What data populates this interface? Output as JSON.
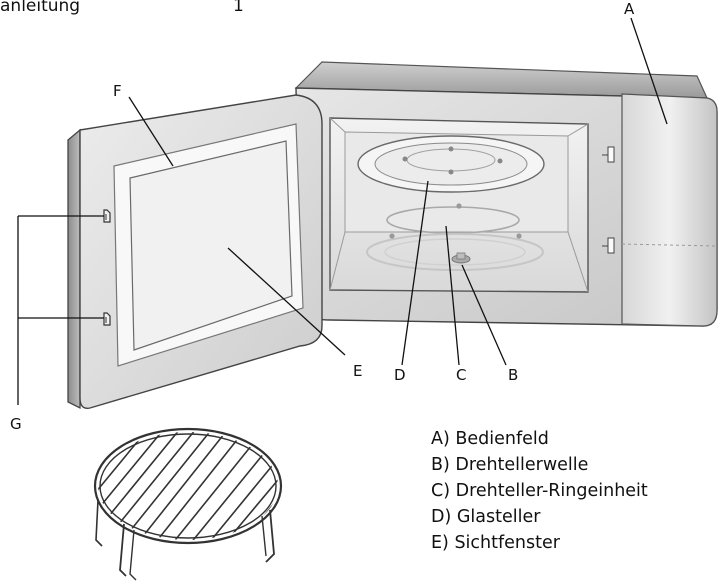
{
  "header": {
    "title_fragment": "anleitung",
    "page_number": "1"
  },
  "labels": {
    "a": "A",
    "b": "B",
    "c": "C",
    "d": "D",
    "e": "E",
    "f": "F",
    "g": "G"
  },
  "legend": [
    "A) Bedienfeld",
    "B) Drehtellerwelle",
    "C) Drehteller-Ringeinheit",
    "D) Glasteller",
    "E) Sichtfenster"
  ]
}
